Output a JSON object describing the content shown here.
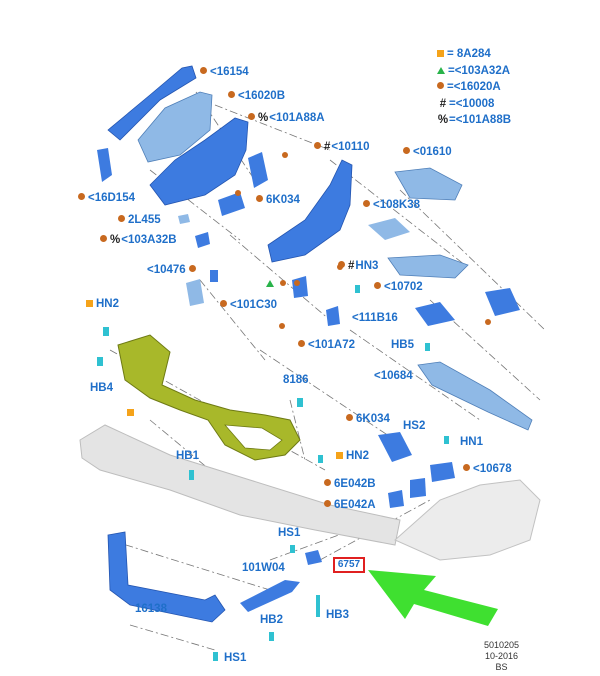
{
  "legend": [
    {
      "symbol": "square",
      "text": "= 8A284"
    },
    {
      "symbol": "triangle",
      "text": "=<103A32A"
    },
    {
      "symbol": "dot",
      "text": "=<16020A"
    },
    {
      "symbol": "#",
      "text": "=<10008"
    },
    {
      "symbol": "%",
      "text": "=<101A88B"
    }
  ],
  "labels": {
    "l16154": "<16154",
    "l16020B": "<16020B",
    "l101A88A": "<101A88A",
    "l10110": "<10110",
    "l01610": "<01610",
    "l16D154": "<16D154",
    "l6K034a": "6K034",
    "l108K38": "<108K38",
    "l2L455": "2L455",
    "l103A32B": "<103A32B",
    "lHN3": "HN3",
    "l10476": "<10476",
    "l10702": "<10702",
    "l101C30": "<101C30",
    "lHN2a": "HN2",
    "l111B16": "<111B16",
    "l101A72": "<101A72",
    "lHB5": "HB5",
    "lHB4": "HB4",
    "l8186": "8186",
    "l10684": "<10684",
    "l6K034b": "6K034",
    "lHS2": "HS2",
    "lHN1": "HN1",
    "lHB1": "HB1",
    "lHN2b": "HN2",
    "l10678": "<10678",
    "l6E042B": "6E042B",
    "l6E042A": "6E042A",
    "lHS1a": "HS1",
    "l101W04": "101W04",
    "l6757": "6757",
    "l16138": "16138",
    "lHB2": "HB2",
    "lHB3": "HB3",
    "lHS1b": "HS1"
  },
  "stamp": [
    "5010205",
    "10-2016",
    "BS"
  ],
  "colors": {
    "part_blue": "#3d7be0",
    "part_light_blue": "#8fb9e6",
    "part_green": "#a8b82a",
    "bumper_gray": "#e4e4e4",
    "label_blue": "#1f6fc9",
    "dot_orange": "#c8691f",
    "square_orange": "#f5a31a",
    "triangle_green": "#29b34a",
    "arrow_green": "#3fe030",
    "highlight_red": "#e02020"
  }
}
